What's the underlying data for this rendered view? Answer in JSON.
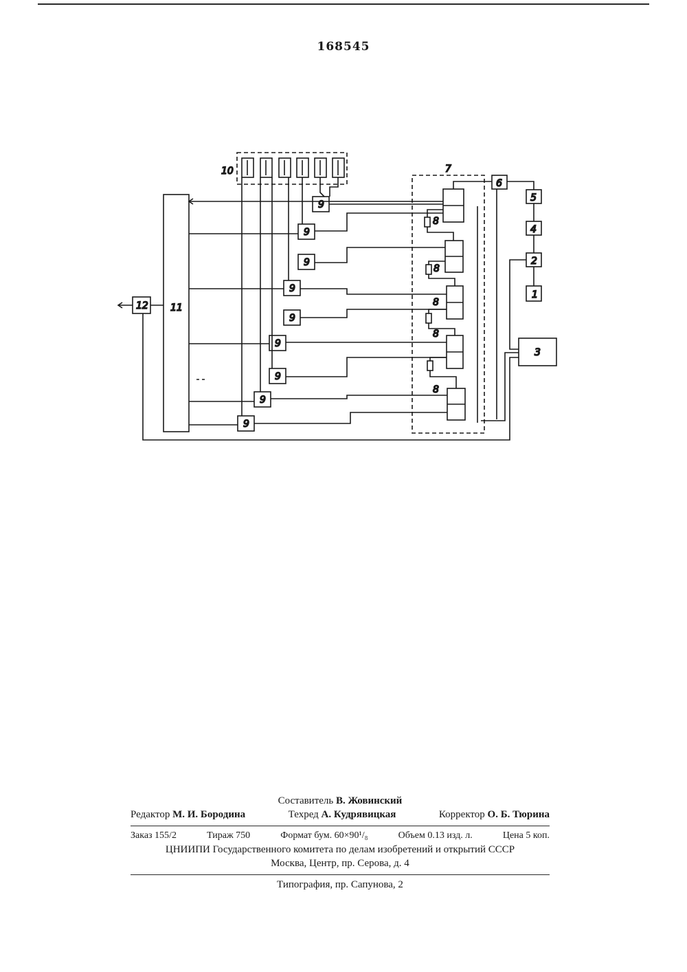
{
  "patent": {
    "number": "168545"
  },
  "diagram": {
    "labels": {
      "block_1": "1",
      "block_2": "2",
      "block_3": "3",
      "block_4": "4",
      "block_5": "5",
      "block_6": "6",
      "group_7": "7",
      "resistor_8": "8",
      "gate_9": "9",
      "display_10": "10",
      "register_11": "11",
      "output_12": "12"
    }
  },
  "colophon": {
    "compiler_role": "Составитель",
    "compiler_name": "В. Жовинский",
    "editor_role": "Редактор",
    "editor_name": "М. И. Бородина",
    "techred_role": "Техред",
    "techred_name": "А. Кудрявицкая",
    "corrector_role": "Корректор",
    "corrector_name": "О. Б. Тюрина",
    "order": "Заказ 155/2",
    "circulation": "Тираж 750",
    "format": "Формат бум. 60×90¹/₈",
    "volume": "Объем 0.13 изд. л.",
    "price": "Цена 5 коп.",
    "publisher": "ЦНИИПИ Государственного комитета по делам изобретений и открытий СССР",
    "address": "Москва, Центр, пр. Серова, д. 4",
    "printer": "Типография, пр. Сапунова, 2"
  }
}
